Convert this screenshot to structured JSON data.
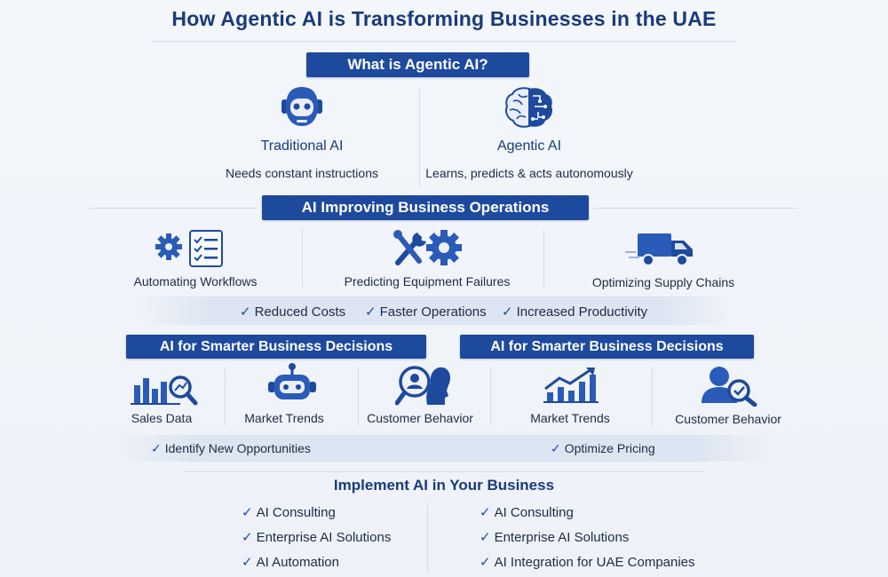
{
  "title": "How Agentic AI is Transforming Businesses in the UAE",
  "section1": {
    "banner": "What is Agentic AI?",
    "left": {
      "name": "Traditional AI",
      "desc": "Needs constant instructions",
      "icon": "robot-head-icon"
    },
    "right": {
      "name": "Agentic AI",
      "desc": "Learns, predicts & acts autonomously",
      "icon": "brain-circuit-icon"
    }
  },
  "section2": {
    "banner": "AI Improving Business Operations",
    "items": [
      {
        "label": "Automating Workflows",
        "icon": "gear-checklist-icon"
      },
      {
        "label": "Predicting Equipment Failures",
        "icon": "wrench-gear-icon"
      },
      {
        "label": "Optimizing Supply Chains",
        "icon": "delivery-truck-icon"
      }
    ],
    "benefits": [
      "Reduced Costs",
      "Faster Operations",
      "Increased Productivity"
    ]
  },
  "section3": {
    "banner_left": "AI for Smarter Business Decisions",
    "banner_right": "AI for Smarter Business Decisions",
    "items": [
      {
        "label": "Sales Data",
        "icon": "bar-chart-magnifier-icon"
      },
      {
        "label": "Market Trends",
        "icon": "robot-icon"
      },
      {
        "label": "Customer Behavior",
        "icon": "head-profiles-icon"
      },
      {
        "label": "Market Trends",
        "icon": "trend-chart-icon"
      },
      {
        "label": "Customer Behavior",
        "icon": "user-check-icon"
      }
    ],
    "outcome_left": "Identify New Opportunities",
    "outcome_right": "Optimize Pricing"
  },
  "section4": {
    "title": "Implement AI in Your Business",
    "left": [
      "AI Consulting",
      "Enterprise AI Solutions",
      "AI Automation"
    ],
    "right": [
      "AI Consulting",
      "Enterprise AI Solutions",
      "AI Integration for UAE Companies"
    ]
  },
  "check_glyph": "✓",
  "colors": {
    "primary": "#1e4a9e",
    "text": "#1f2a44",
    "background": "#f3f6fb"
  }
}
